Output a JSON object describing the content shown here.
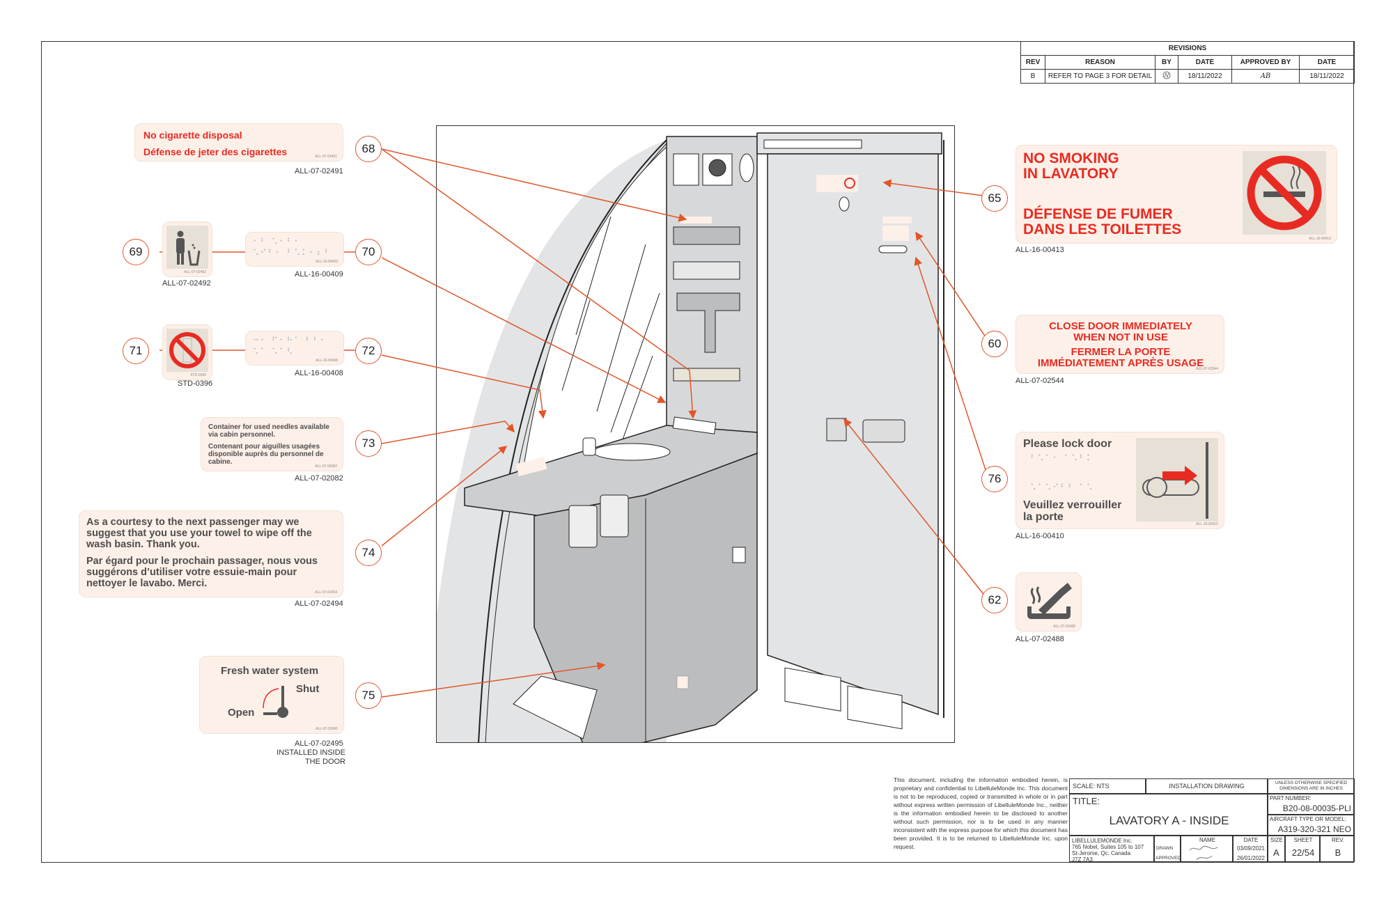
{
  "revisions": {
    "title": "REVISIONS",
    "headers": [
      "REV",
      "REASON",
      "BY",
      "DATE",
      "APPROVED BY",
      "DATE"
    ],
    "rows": [
      {
        "rev": "B",
        "reason": "REFER TO PAGE 3 FOR DETAIL",
        "by": "signature",
        "date": "18/11/2022",
        "approved_by": "AB",
        "approved_date": "18/11/2022"
      }
    ]
  },
  "labels_left": [
    {
      "callout": "68",
      "lines": [
        "No cigarette disposal",
        "Défense de jeter des cigarettes"
      ],
      "code": "ALL-07-02491"
    },
    {
      "callout": "69",
      "icon": "trash-bin-icon",
      "code": "ALL-07-02492"
    },
    {
      "callout": "70",
      "braille": "braille text",
      "code": "ALL-16-00409"
    },
    {
      "callout": "71",
      "icon": "no-disposal-icon",
      "code": "STD-0396"
    },
    {
      "callout": "72",
      "braille": "braille text",
      "code": "ALL-16-00408"
    },
    {
      "callout": "73",
      "lines": [
        "Container for used needles available via cabin personnel.",
        "Contenant pour aiguilles usagées disponible auprès du personnel de cabine."
      ],
      "code": "ALL-07-02082"
    },
    {
      "callout": "74",
      "lines": [
        "As a courtesy to the next passenger may we suggest that you use your towel to wipe off the wash basin. Thank you.",
        "Par égard pour le prochain passager, nous vous suggérons d’utiliser votre essuie-main pour nettoyer le lavabo. Merci."
      ],
      "code": "ALL-07-02494"
    },
    {
      "callout": "75",
      "title": "Fresh water system",
      "shut": "Shut",
      "open": "Open",
      "code": "ALL-07-02495",
      "note": [
        "INSTALLED INSIDE",
        "THE DOOR"
      ]
    }
  ],
  "labels_right": [
    {
      "callout": "65",
      "lines": [
        "NO SMOKING",
        "IN LAVATORY",
        "DÉFENSE DE FUMER",
        "DANS LES TOILETTES"
      ],
      "icon": "no-smoking-icon",
      "code": "ALL-16-00413"
    },
    {
      "callout": "60",
      "lines": [
        "CLOSE DOOR IMMEDIATELY",
        "WHEN NOT IN USE",
        "FERMER LA PORTE",
        "IMMÉDIATEMENT APRÈS USAGE"
      ],
      "code": "ALL-07-02544"
    },
    {
      "callout": "76",
      "lines": [
        "Please lock door",
        "Veuillez verrouiller",
        "la porte"
      ],
      "icon": "door-lock-icon",
      "code": "ALL-16-00410"
    },
    {
      "callout": "62",
      "icon": "ashtray-icon",
      "code": "ALL-07-02488"
    }
  ],
  "colors": {
    "accent": "#e0562a",
    "sign_red": "#e82b22",
    "label_bg": "#fdf0e8",
    "panel_grey": "#bcbdbf"
  },
  "disclaimer": "This document, including the information embodied herein, is proprietary and confidential to LibelluleMonde Inc. This document is not to be reproduced, copied or transmitted in whole or in part without express written permission of LibelluleMonde Inc., neither is the information embodied herein to be disclosed to another without such permission, nor is to be used in any manner inconsistent with the express purpose for which this document has been provided. It is to be returned to LibelluleMonde Inc. upon request.",
  "title_block": {
    "scale": "SCALE: NTS",
    "drawing_type": "INSTALLATION DRAWING",
    "units_note": "UNLESS OTHERWISE SPECIFIED DIMENSIONS ARE IN INCHES",
    "title_label": "TITLE:",
    "title": "LAVATORY A - INSIDE",
    "part_number_label": "PART NUMBER:",
    "part_number": "B20-08-00035-PLI",
    "aircraft_label": "AIRCRAFT TYPE OR MODEL:",
    "aircraft": "A319-320-321 NEO",
    "company": [
      "LIBELLULEMONDE Inc.",
      "765 Nobel, Suites 105 to 107",
      "St-Jerome, Qc. Canada",
      "J7Z 7A3"
    ],
    "name_label": "NAME",
    "date_label": "DATE",
    "drawn_label": "DRAWN",
    "drawn_date": "03/09/2021",
    "approved_label": "APPROVED",
    "approved_date": "26/01/2022",
    "size_label": "SIZE",
    "size": "A",
    "sheet_label": "SHEET",
    "sheet": "22/54",
    "rev_label": "REV.",
    "rev": "B"
  }
}
